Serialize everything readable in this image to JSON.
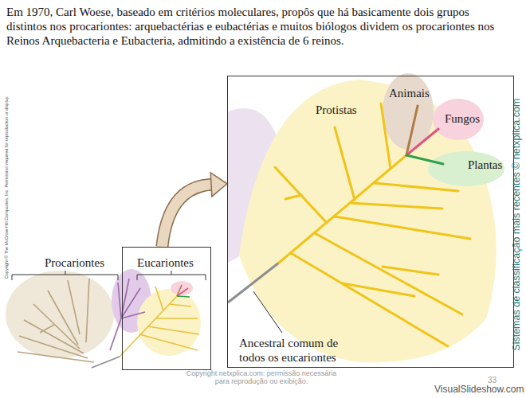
{
  "diagram": {
    "title": "Em 1970, Carl Woese, baseado em critérios moleculares, propôs que há basicamente dois grupos distintos nos procariontes: arquebactérias e eubactérias e muitos biólogos dividem os procariontes nos Reinos Arquebacteria e Eubacteria, admitindo a existência de 6 reinos.",
    "nodes": [
      {
        "text": [
          "Eucariontes"
        ]
      },
      {
        "text": [
          "Protistas",
          "Animais",
          "Fungos",
          "Plantas",
          "Ancestral comum de todos os eucariontes"
        ]
      }
    ],
    "edges": [
      {
        "from": 0,
        "to": 1,
        "arrow": "to"
      }
    ],
    "labels": [
      "Procariontes",
      "Copyright © The McGraw-Hill Companies, Inc. Permission required for reproduction or display.",
      "Sistemas de classificação mais recentes © netxplica.com",
      "Copyright netxplica.com: permissão necessária para reprodução ou exibição.",
      "33",
      "VisualSlideshow.com"
    ]
  }
}
